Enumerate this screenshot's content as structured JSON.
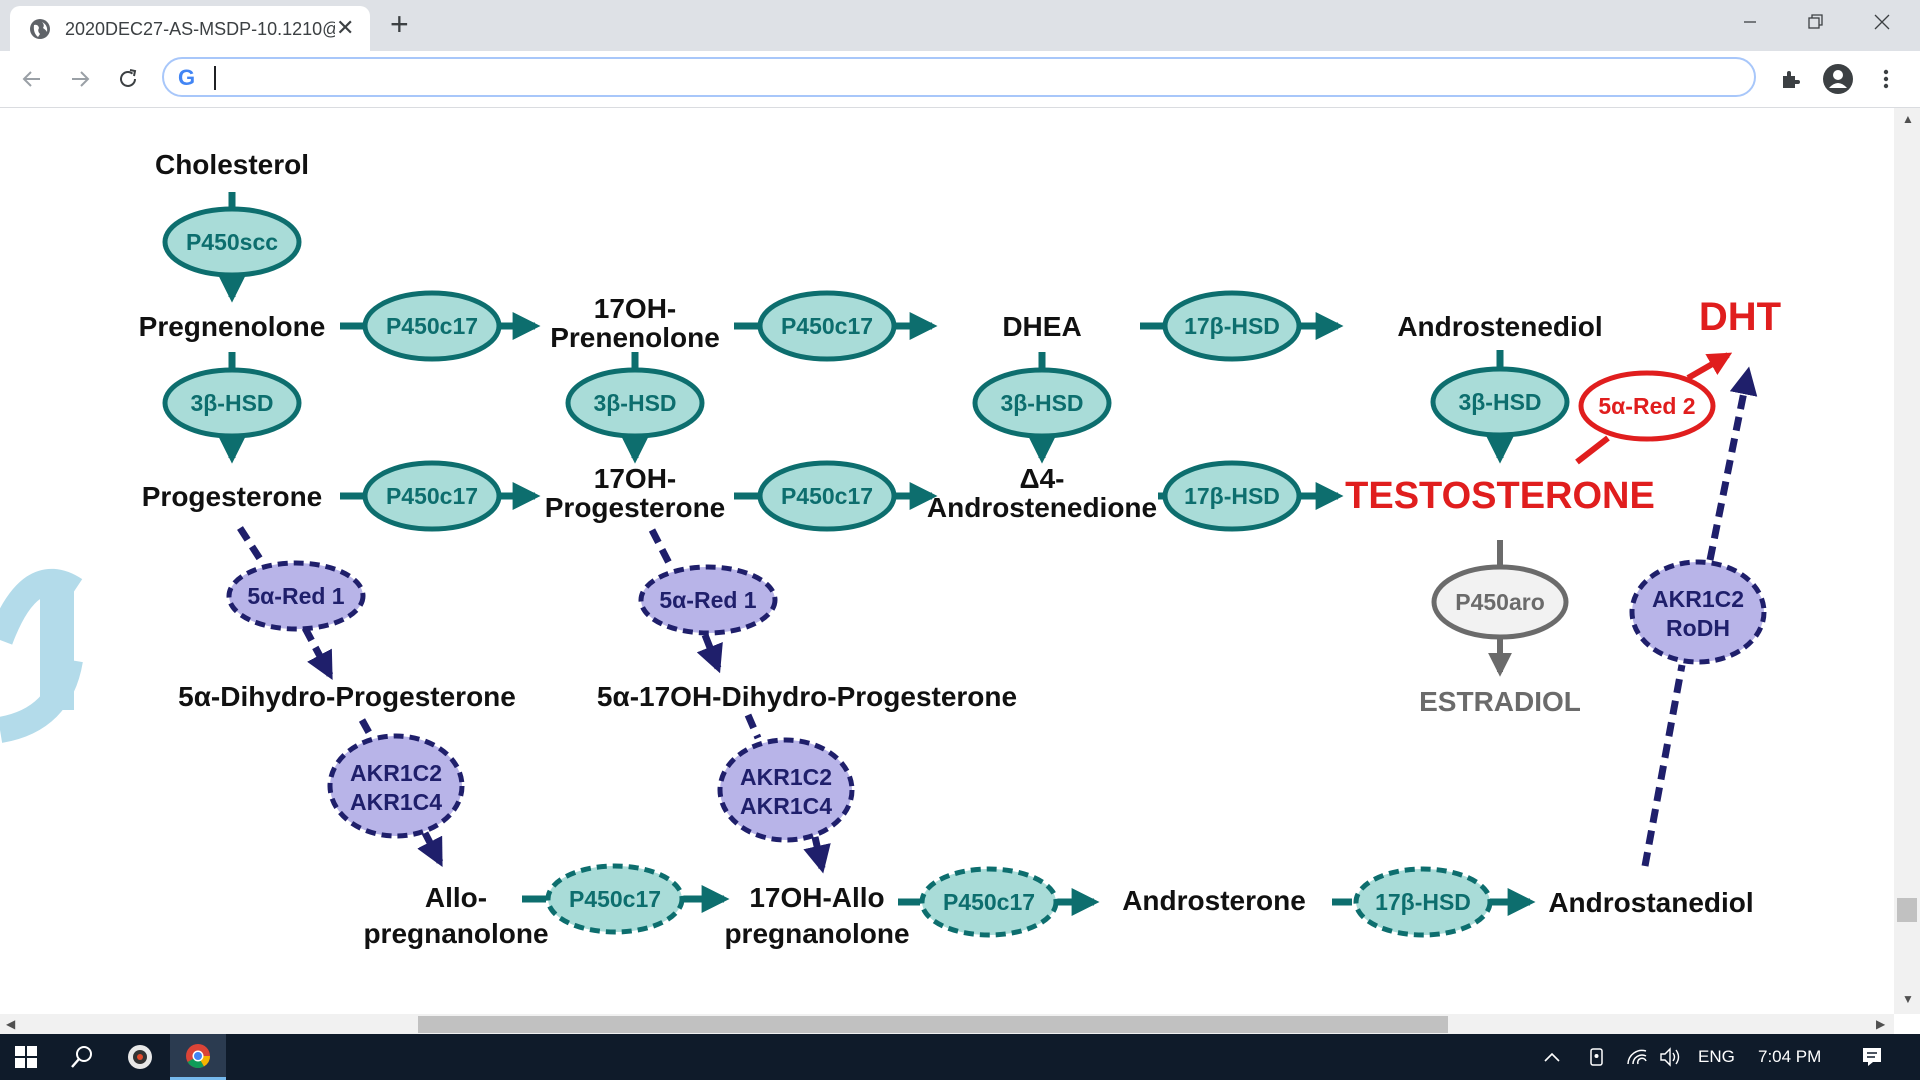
{
  "browser": {
    "tab_title": "2020DEC27-AS-MSDP-10.1210@",
    "tab_close": "✕",
    "new_tab": "+",
    "omnibox_value": ""
  },
  "pathway": {
    "row1": {
      "cholesterol": "Cholesterol",
      "p450scc": "P450scc",
      "pregnenolone": "Pregnenolone",
      "p450c17_a": "P450c17",
      "ohpreg_1": "17OH-",
      "ohpreg_2": "Prenenolone",
      "p450c17_b": "P450c17",
      "dhea": "DHEA",
      "hsd17_a": "17β-HSD",
      "androstenediol": "Androstenediol",
      "dht": "DHT"
    },
    "row2": {
      "hsd3_a": "3β-HSD",
      "hsd3_b": "3β-HSD",
      "hsd3_c": "3β-HSD",
      "hsd3_d": "3β-HSD",
      "red2": "5α-Red 2"
    },
    "row3": {
      "progesterone": "Progesterone",
      "p450c17_c": "P450c17",
      "ohprog_1": "17OH-",
      "ohprog_2": "Progesterone",
      "p450c17_d": "P450c17",
      "andione_1": "Δ4-",
      "andione_2": "Androstenedione",
      "hsd17_b": "17β-HSD",
      "testosterone": "TESTOSTERONE"
    },
    "backdoor": {
      "red1_a": "5α-Red 1",
      "red1_b": "5α-Red 1",
      "p450aro": "P450aro",
      "akr_rodh_1": "AKR1C2",
      "akr_rodh_2": "RoDH",
      "dhprog": "5α-Dihydro-Progesterone",
      "ohdhprog": "5α-17OH-Dihydro-Progesterone",
      "estradiol": "ESTRADIOL",
      "akr_a_1": "AKR1C2",
      "akr_a_2": "AKR1C4",
      "akr_b_1": "AKR1C2",
      "akr_b_2": "AKR1C4"
    },
    "row5": {
      "allo_1": "Allo-",
      "allo_2": "pregnanolone",
      "p450c17_e": "P450c17",
      "ohallo_1": "17OH-Allo",
      "ohallo_2": "pregnanolone",
      "p450c17_f": "P450c17",
      "androsterone": "Androsterone",
      "hsd17_c": "17β-HSD",
      "androstanediol": "Androstanediol"
    }
  },
  "taskbar": {
    "language": "ENG",
    "time": "7:04 PM"
  },
  "colors": {
    "teal": "#0d6e6e",
    "teal_fill": "#a9dcd8",
    "purple": "#1f1f6b",
    "purple_fill": "#b8b4e8",
    "red": "#e01e1e",
    "gray": "#6b6b6b"
  }
}
